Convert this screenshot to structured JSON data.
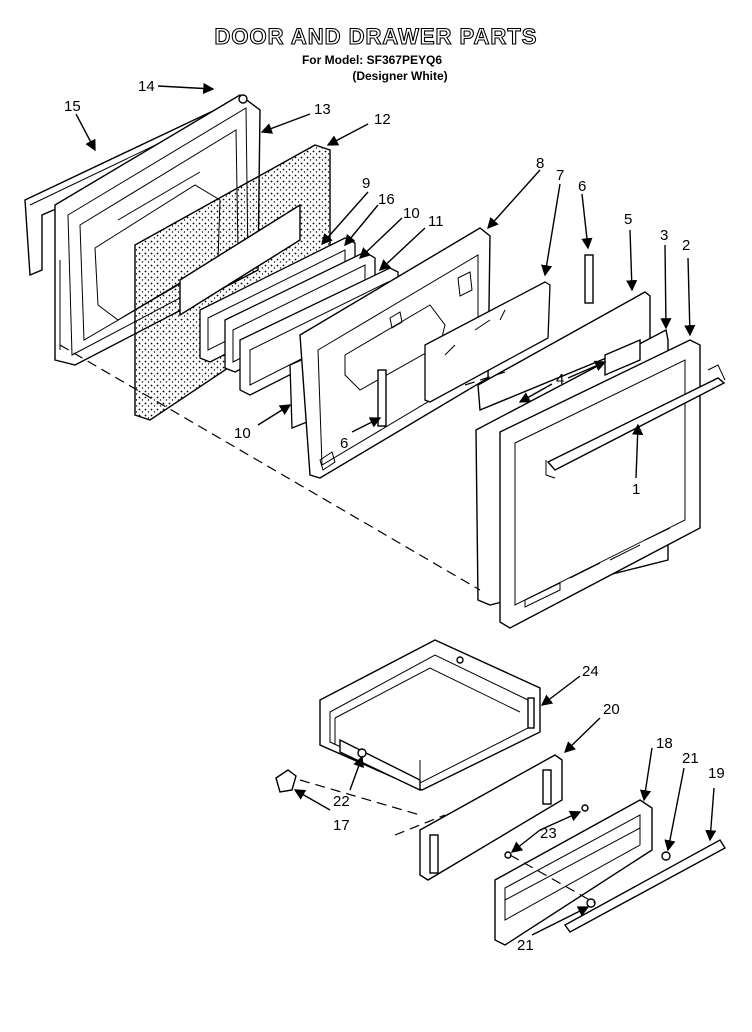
{
  "header": {
    "title": "DOOR AND DRAWER PARTS",
    "model_line": "For Model: SF367PEYQ6",
    "color_line": "(Designer White)"
  },
  "callouts": {
    "c1": "1",
    "c2": "2",
    "c3": "3",
    "c4": "4",
    "c5": "5",
    "c6a": "6",
    "c6b": "6",
    "c7": "7",
    "c8": "8",
    "c9": "9",
    "c10a": "10",
    "c10b": "10",
    "c11": "11",
    "c12": "12",
    "c13": "13",
    "c14": "14",
    "c15": "15",
    "c16": "16",
    "c17": "17",
    "c18": "18",
    "c19": "19",
    "c20": "20",
    "c21a": "21",
    "c21b": "21",
    "c22": "22",
    "c23": "23",
    "c24": "24"
  }
}
